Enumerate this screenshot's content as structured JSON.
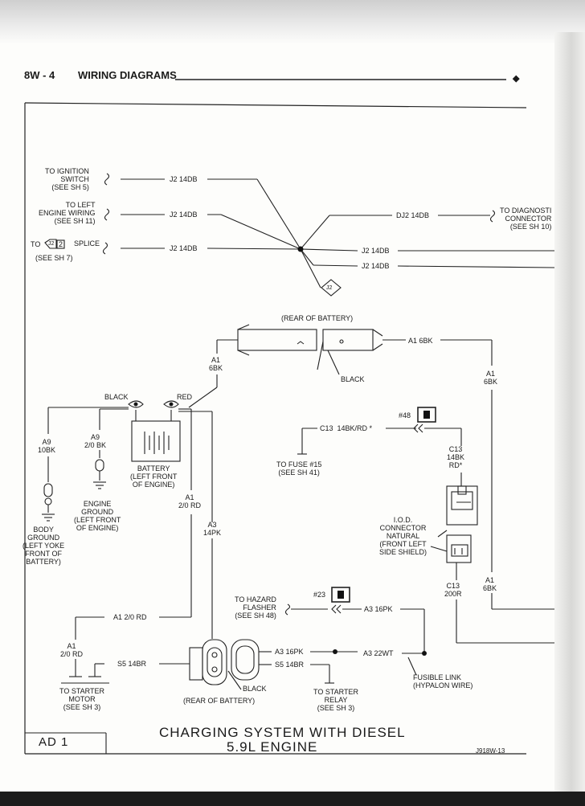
{
  "header": {
    "page_number": "8W - 4",
    "section": "WIRING DIAGRAMS",
    "diamond": "◆"
  },
  "splice": {
    "ignition": "TO IGNITION\nSWITCH\n(SEE SH 5)",
    "left_engine": "TO LEFT\nENGINE WIRING\n(SEE SH 11)",
    "to": "TO",
    "splice_tag": "J2",
    "splice_num": "2",
    "splice_word": "SPLICE",
    "see_sh7": "(SEE SH 7)",
    "wire_1": "J2 14DB",
    "wire_2": "J2 14DB",
    "wire_3": "J2 14DB",
    "diag_wire": "DJ2 14DB",
    "diag_label": "TO DIAGNOSTI\nCONNECTOR\n(SEE SH 10)",
    "right_wire_1": "J2 14DB",
    "right_wire_2": "J2 14DB",
    "node_tag": "J2"
  },
  "battery_area": {
    "rear_top": "(REAR OF BATTERY)",
    "black_top": "BLACK",
    "a1_6bk_left": "A1\n6BK",
    "a1_6bk_top": "A1 6BK",
    "a1_6bk_right": "A1\n6BK",
    "black": "BLACK",
    "red": "RED",
    "a9_10bk": "A9\n10BK",
    "a9_20bk": "A9\n2/0 BK",
    "battery": "BATTERY\n(LEFT FRONT\nOF ENGINE)",
    "engine_ground": "ENGINE\nGROUND\n(LEFT FRONT\nOF ENGINE)",
    "body_ground": "BODY\nGROUND\n(LEFT YOKE\nFRONT OF\nBATTERY)",
    "a1_20rd": "A1\n2/0 RD",
    "a3_14pk": "A3\n14PK"
  },
  "iod": {
    "tag48": "#48",
    "c13_wire": "C13  14BK/RD *",
    "to_fuse": "TO FUSE #15\n(SEE SH 41)",
    "c13_right": "C13\n14BK\nRD*",
    "connector": "I.O.D.\nCONNECTOR\nNATURAL\n(FRONT LEFT\nSIDE SHIELD)",
    "c13_200r": "C13\n200R",
    "a1_6bk_low": "A1\n6BK"
  },
  "lower": {
    "tag23": "#23",
    "hazard": "TO HAZARD\nFLASHER\n(SEE SH 48)",
    "a3_16pk": "A3 16PK",
    "a1_20rd_h": "A1 2/0 RD",
    "a1_20rd_v": "A1\n2/0 RD",
    "s5_14br": "S5 14BR",
    "a3_16pk_b": "A3 16PK",
    "s5_14br_b": "S5 14BR",
    "a3_22wt": "A3 22WT",
    "fusible": "FUSIBLE LINK\n(HYPALON WIRE)",
    "starter_motor": "TO STARTER\nMOTOR\n(SEE SH 3)",
    "rear_bottom": "(REAR OF BATTERY)",
    "black_bottom": "BLACK",
    "starter_relay": "TO STARTER\nRELAY\n(SEE SH 3)"
  },
  "footer": {
    "ad": "AD  1",
    "title_1": "CHARGING SYSTEM WITH DIESEL",
    "title_2": "5.9L ENGINE",
    "code": "J918W-13"
  }
}
